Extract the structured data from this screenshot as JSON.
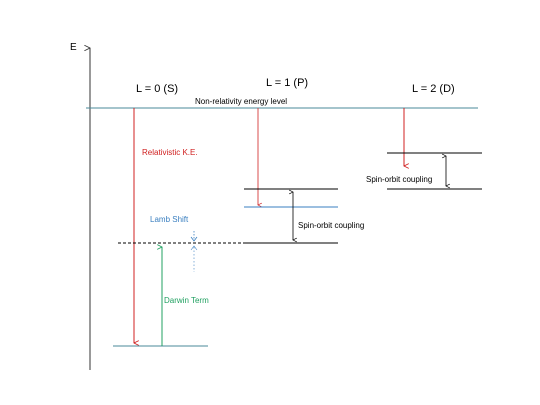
{
  "axis": {
    "label": "E"
  },
  "columns": {
    "s": "L = 0 (S)",
    "p": "L = 1 (P)",
    "d": "L = 2 (D)"
  },
  "labels": {
    "nonrel": "Non-relativity energy level",
    "relke": "Relativistic K.E.",
    "lamb": "Lamb Shift",
    "darwin": "Darwin Term",
    "spinorbit_p": "Spin-orbit coupling",
    "spinorbit_d": "Spin-orbit coupling"
  },
  "colors": {
    "axis": "#333333",
    "reference_line": "#4a8a9a",
    "relativistic": "#d02020",
    "darwin": "#20a060",
    "lamb": "#3a7fc0",
    "level": "#000000",
    "text": "#000000"
  }
}
